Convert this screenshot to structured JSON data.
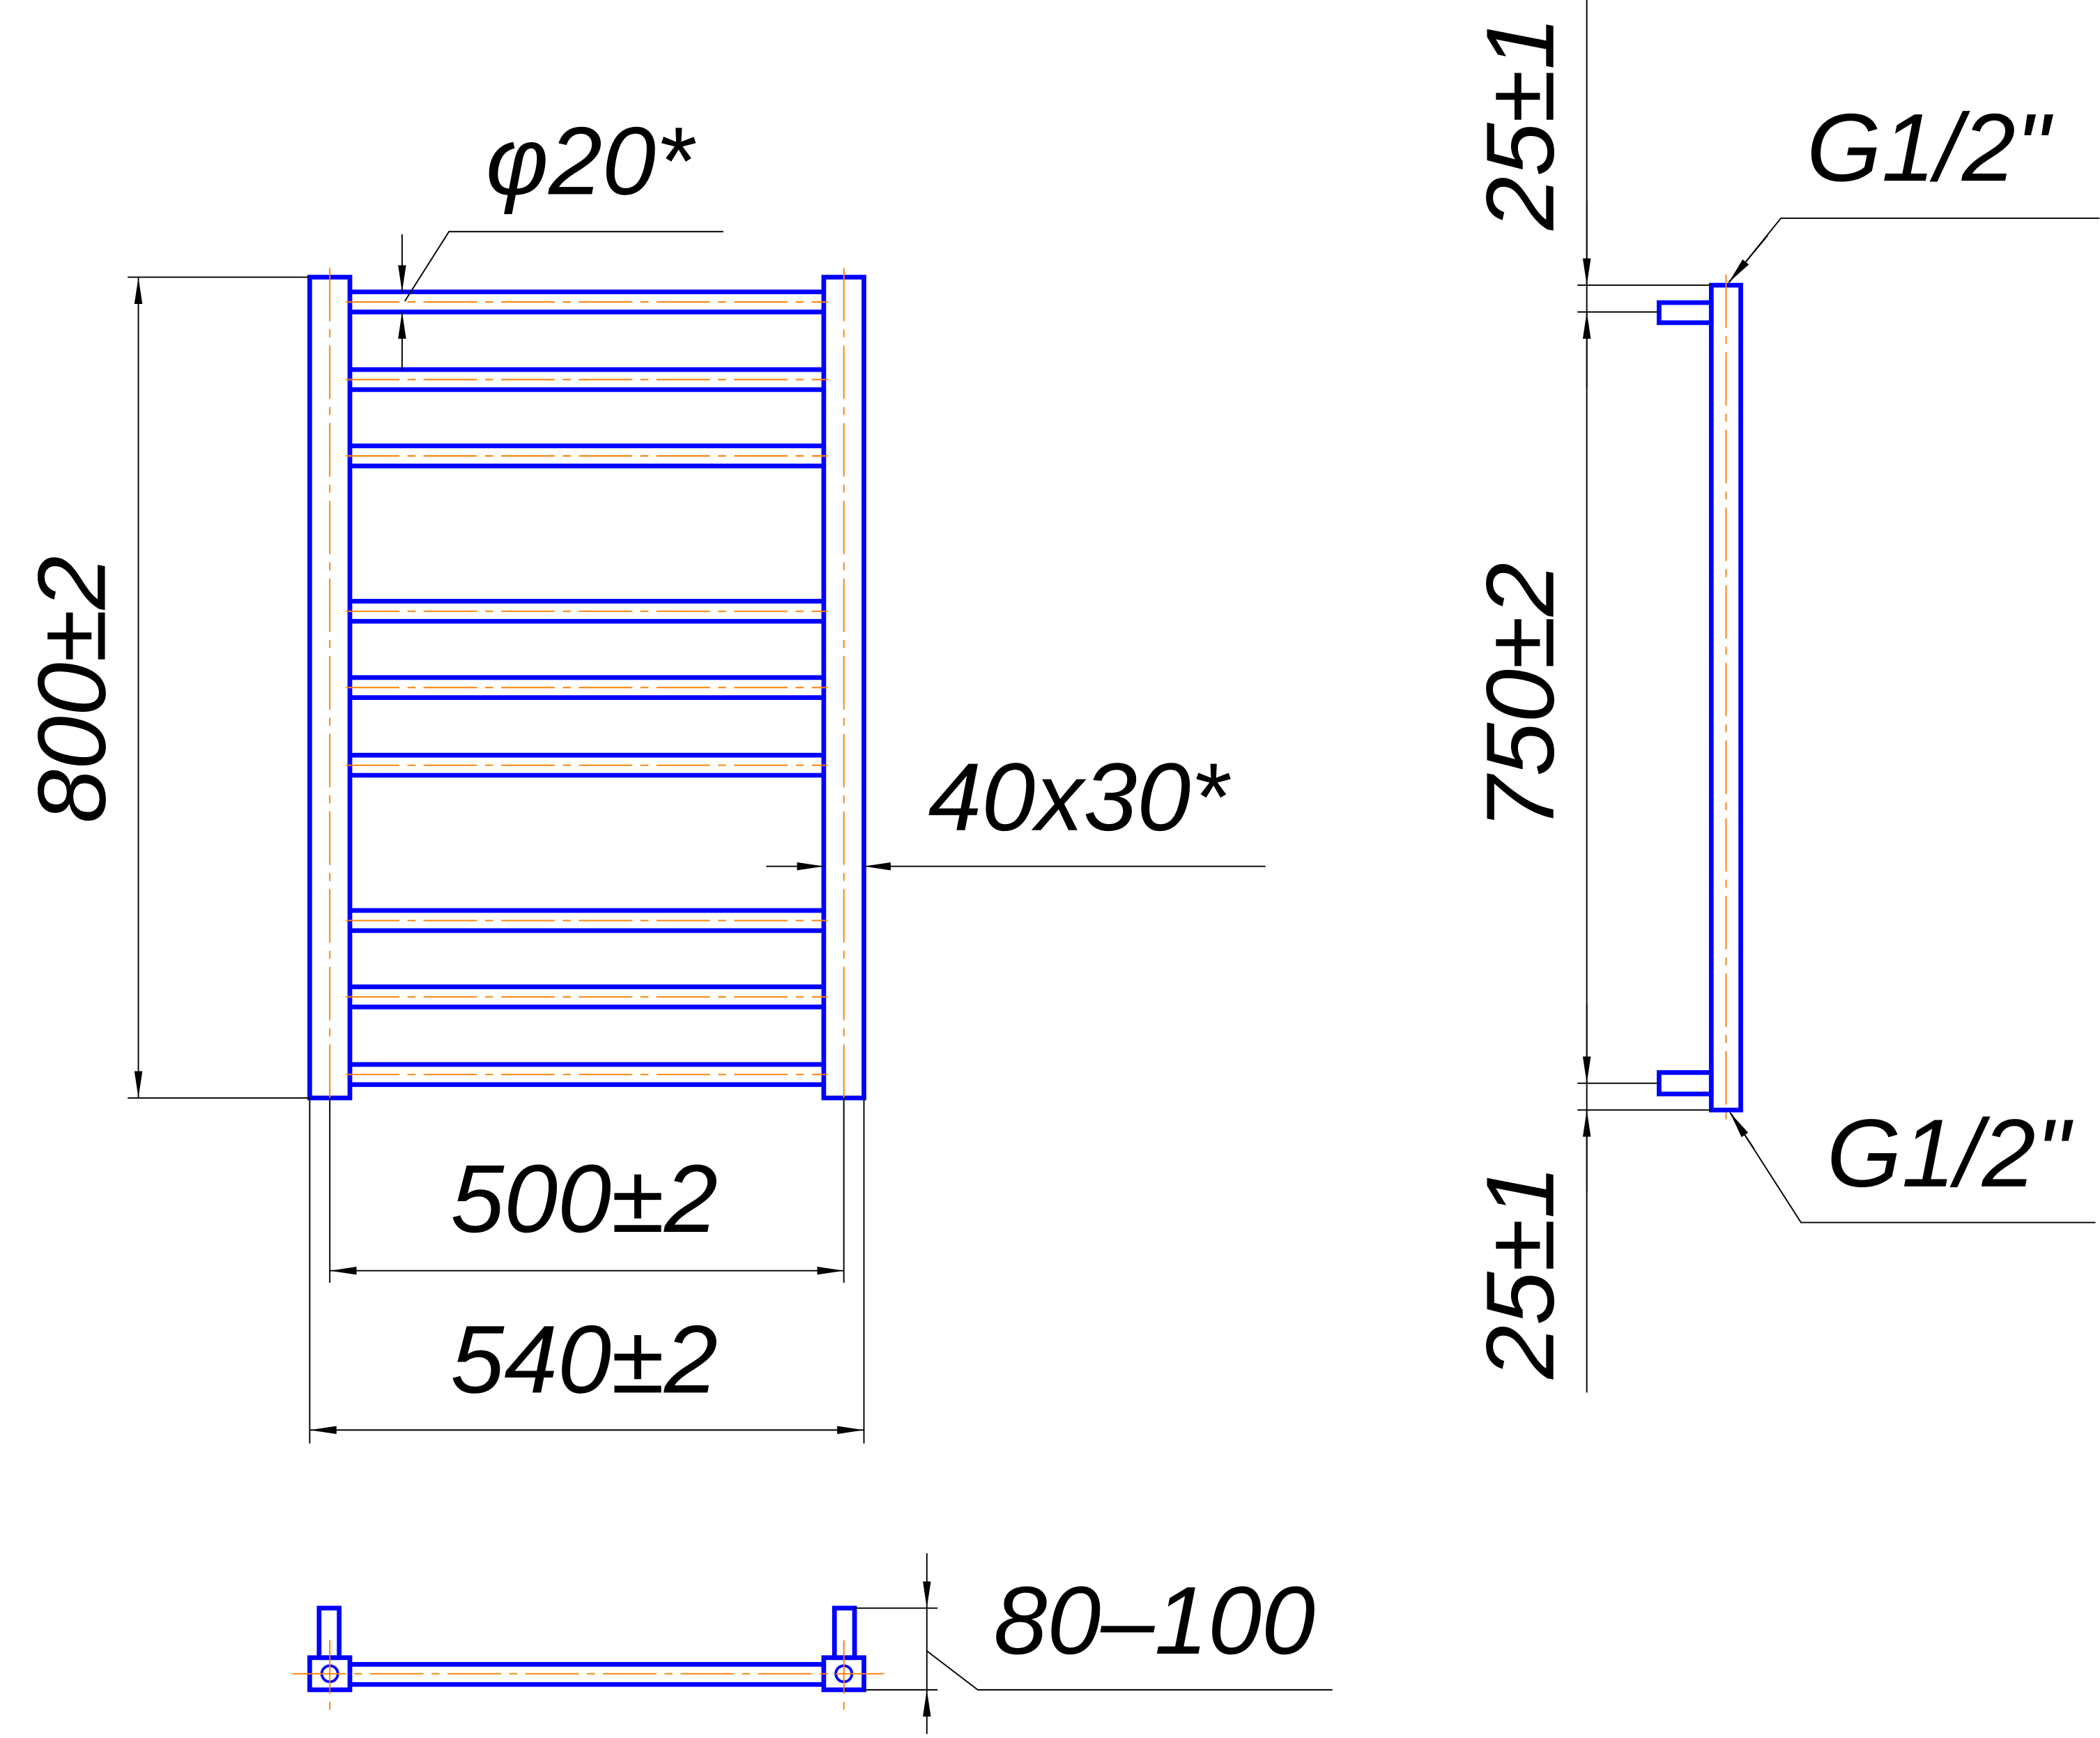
{
  "front_view": {
    "height_dim": "800±2",
    "pipe_diameter": "φ20*",
    "post_section": "40x30*",
    "center_width_dim": "500±2",
    "overall_width_dim": "540±2",
    "rail_count": 9
  },
  "side_view": {
    "top_offset_dim": "25±1",
    "center_distance_dim": "750±2",
    "bottom_offset_dim": "25±1",
    "top_thread": "G1/2\"",
    "bottom_thread": "G1/2\""
  },
  "top_view": {
    "wall_distance_dim": "80–100"
  },
  "colors": {
    "outline": "#0000ff",
    "centerline": "#ff8000",
    "dimension": "#000000"
  }
}
